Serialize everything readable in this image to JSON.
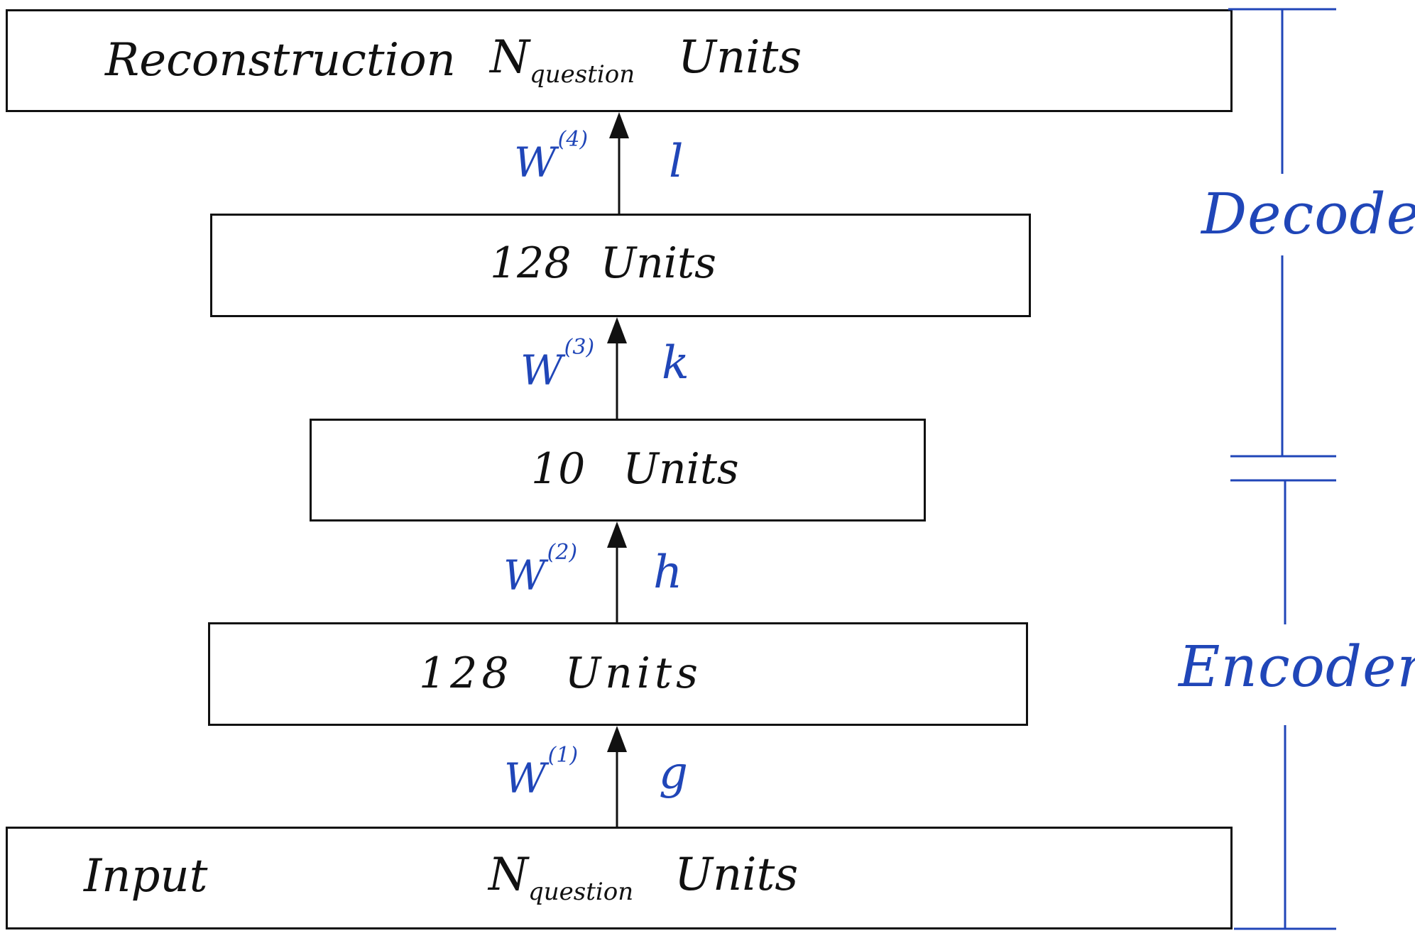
{
  "layers": {
    "reconstruction": {
      "name": "Reconstruction",
      "n": "N",
      "sub": "question",
      "units": "Units"
    },
    "hidden3": {
      "text": "128 Units"
    },
    "code": {
      "text": "10 Units"
    },
    "hidden1": {
      "text": "128 Units"
    },
    "input": {
      "name": "Input",
      "n": "N",
      "sub": "question",
      "units": "Units"
    }
  },
  "connections": [
    {
      "weight": "W",
      "index": "(4)",
      "activation": "l"
    },
    {
      "weight": "W",
      "index": "(3)",
      "activation": "k"
    },
    {
      "weight": "W",
      "index": "(2)",
      "activation": "h"
    },
    {
      "weight": "W",
      "index": "(1)",
      "activation": "g"
    }
  ],
  "sections": {
    "decoder": "Decoder",
    "encoder": "Encoder"
  },
  "colors": {
    "line": "#111111",
    "accent": "#2046b8"
  }
}
